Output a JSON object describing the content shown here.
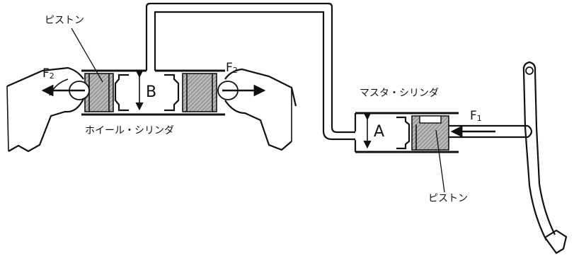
{
  "labels": {
    "piston_top": "ピストン",
    "piston_bottom": "ピストン",
    "wheel_cylinder": "ホイール・シリンダ",
    "master_cylinder": "マスタ・シリンダ",
    "area_b": "B",
    "area_a": "A",
    "f2_left_letter": "F",
    "f2_left_sub": "2",
    "f2_right_letter": "F",
    "f2_right_sub": "2",
    "f1_letter": "F",
    "f1_sub": "1"
  }
}
